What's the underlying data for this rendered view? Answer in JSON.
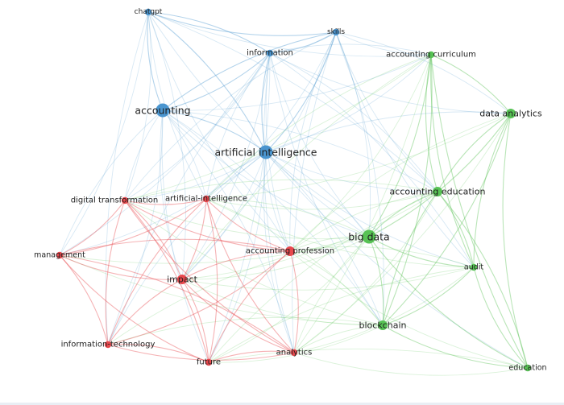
{
  "colors": {
    "clusters": {
      "red": "#e8484d",
      "green": "#57c254",
      "blue": "#4a95cf"
    },
    "background": "#ffffff",
    "label": "#1f1f1f"
  },
  "network": {
    "nodes": [
      {
        "id": "chatgpt",
        "label": "chatgpt",
        "cluster": "blue",
        "weight": 1
      },
      {
        "id": "skills",
        "label": "skills",
        "cluster": "blue",
        "weight": 1
      },
      {
        "id": "information",
        "label": "information",
        "cluster": "blue",
        "weight": 1
      },
      {
        "id": "accounting",
        "label": "accounting",
        "cluster": "blue",
        "weight": 3
      },
      {
        "id": "artificial_intelligence",
        "label": "artificial intelligence",
        "cluster": "blue",
        "weight": 3
      },
      {
        "id": "accounting_curriculum",
        "label": "accounting curriculum",
        "cluster": "green",
        "weight": 1
      },
      {
        "id": "data_analytics",
        "label": "data analytics",
        "cluster": "green",
        "weight": 2
      },
      {
        "id": "accounting_education",
        "label": "accounting education",
        "cluster": "green",
        "weight": 2
      },
      {
        "id": "big_data",
        "label": "big data",
        "cluster": "green",
        "weight": 3
      },
      {
        "id": "audit",
        "label": "audit",
        "cluster": "green",
        "weight": 1
      },
      {
        "id": "blockchain",
        "label": "blockchain",
        "cluster": "green",
        "weight": 2
      },
      {
        "id": "education",
        "label": "education",
        "cluster": "green",
        "weight": 1
      },
      {
        "id": "digital_transformation",
        "label": "digital transformation",
        "cluster": "red",
        "weight": 1
      },
      {
        "id": "artificial-intelligence",
        "label": "artificial-intelligence",
        "cluster": "red",
        "weight": 1
      },
      {
        "id": "management",
        "label": "management",
        "cluster": "red",
        "weight": 1
      },
      {
        "id": "accounting_profession",
        "label": "accounting profession",
        "cluster": "red",
        "weight": 2
      },
      {
        "id": "impact",
        "label": "impact",
        "cluster": "red",
        "weight": 2
      },
      {
        "id": "information-technology",
        "label": "information-technology",
        "cluster": "red",
        "weight": 1
      },
      {
        "id": "future",
        "label": "future",
        "cluster": "red",
        "weight": 1
      },
      {
        "id": "analytics",
        "label": "analytics",
        "cluster": "red",
        "weight": 1
      }
    ]
  }
}
